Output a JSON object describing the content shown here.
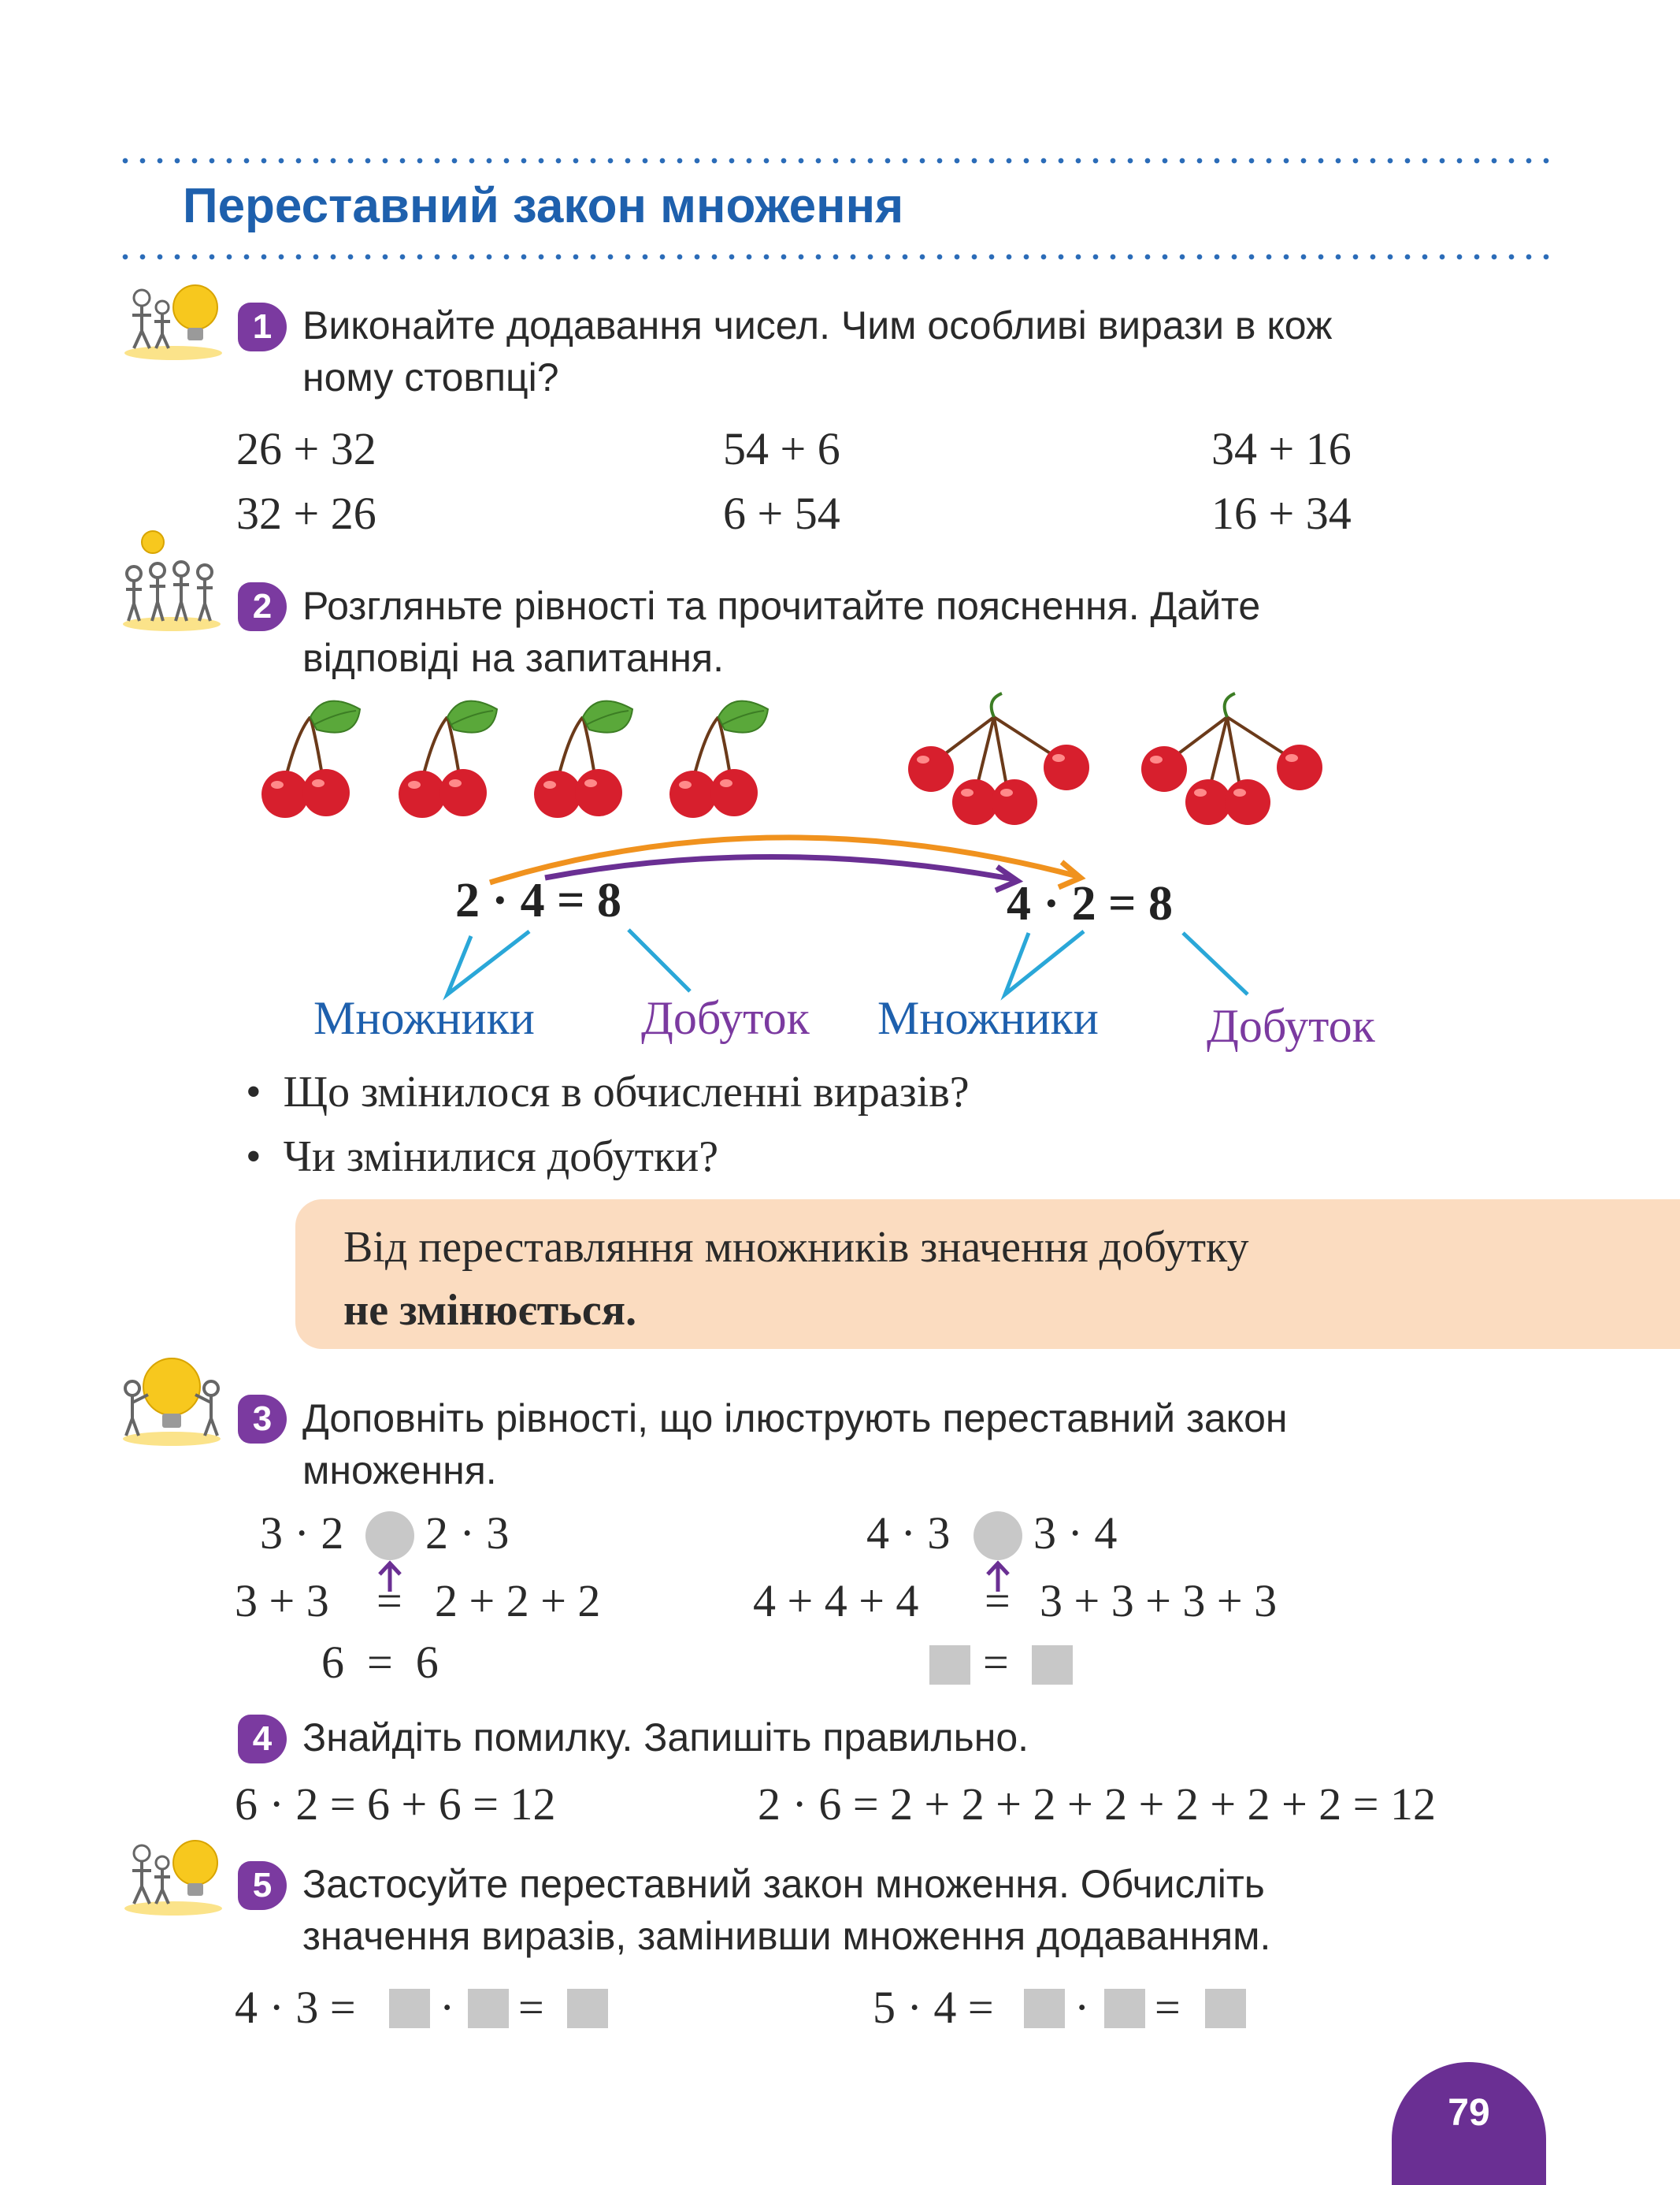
{
  "title": "Переставний закон множення",
  "colors": {
    "title": "#1e60ad",
    "badge": "#7b3aa0",
    "factor_label": "#1e60ad",
    "product_label": "#7b3aa0",
    "rule_box": "#fbdcc0",
    "orange_arrow": "#f0921e",
    "purple_arrow": "#6a2f93",
    "blue_line": "#2aa7d8",
    "cherry": "#d71f2d",
    "leaf": "#5aa83a",
    "placeholder": "#c8c8c8"
  },
  "icons": {
    "task1": "thinking-kids-lightbulb-icon",
    "task2": "group-discussion-icon",
    "task3": "kids-lightbulb-icon",
    "task5": "thinking-kids-lightbulb-icon"
  },
  "task1": {
    "number": "1",
    "text_line1": "Виконайте додавання чисел. Чим особливі вирази в кож",
    "text_line2": "ному стовпці?",
    "columns": [
      {
        "top": "26 + 32",
        "bottom": "32 + 26"
      },
      {
        "top": "54 + 6",
        "bottom": "6 + 54"
      },
      {
        "top": "34 + 16",
        "bottom": "16 + 34"
      }
    ]
  },
  "task2": {
    "number": "2",
    "text_line1": "Розгляньте рівності та прочитайте пояснення. Дайте",
    "text_line2": "відповіді на запитання.",
    "equation_left": "2 · 4 = 8",
    "equation_right": "4 · 2 = 8",
    "label_factors": "Множники",
    "label_product": "Добуток",
    "questions": [
      "Що змінилося в обчисленні виразів?",
      "Чи змінилися добутки?"
    ],
    "rule_line1": "Від переставляння множників значення добутку",
    "rule_line2_bold": "не змінюється."
  },
  "task3": {
    "number": "3",
    "text_line1": "Доповніть рівності, що ілюструють переставний закон",
    "text_line2": "множення.",
    "left_top_a": "3 · 2",
    "left_top_b": "2 · 3",
    "left_mid_a": "3 + 3",
    "left_mid_eq": "=",
    "left_mid_b": "2 + 2 + 2",
    "left_bottom": "6  =  6",
    "right_top_a": "4 · 3",
    "right_top_b": "3 · 4",
    "right_mid_a": "4 + 4 + 4",
    "right_mid_eq": "=",
    "right_mid_b": "3 + 3 + 3 + 3",
    "right_bottom_eq": "="
  },
  "task4": {
    "number": "4",
    "text": "Знайдіть помилку. Запишіть правильно.",
    "expr_left": "6 · 2 = 6 + 6 = 12",
    "expr_right": "2 · 6 = 2 + 2 + 2 + 2 + 2 + 2 + 2 = 12"
  },
  "task5": {
    "number": "5",
    "text_line1": "Застосуйте переставний закон множення. Обчисліть",
    "text_line2": "значення виразів, замінивши множення додаванням.",
    "left_start": "4 · 3 =",
    "right_start": "5 · 4 =",
    "dot": "·",
    "eq": "="
  },
  "page_number": "79"
}
